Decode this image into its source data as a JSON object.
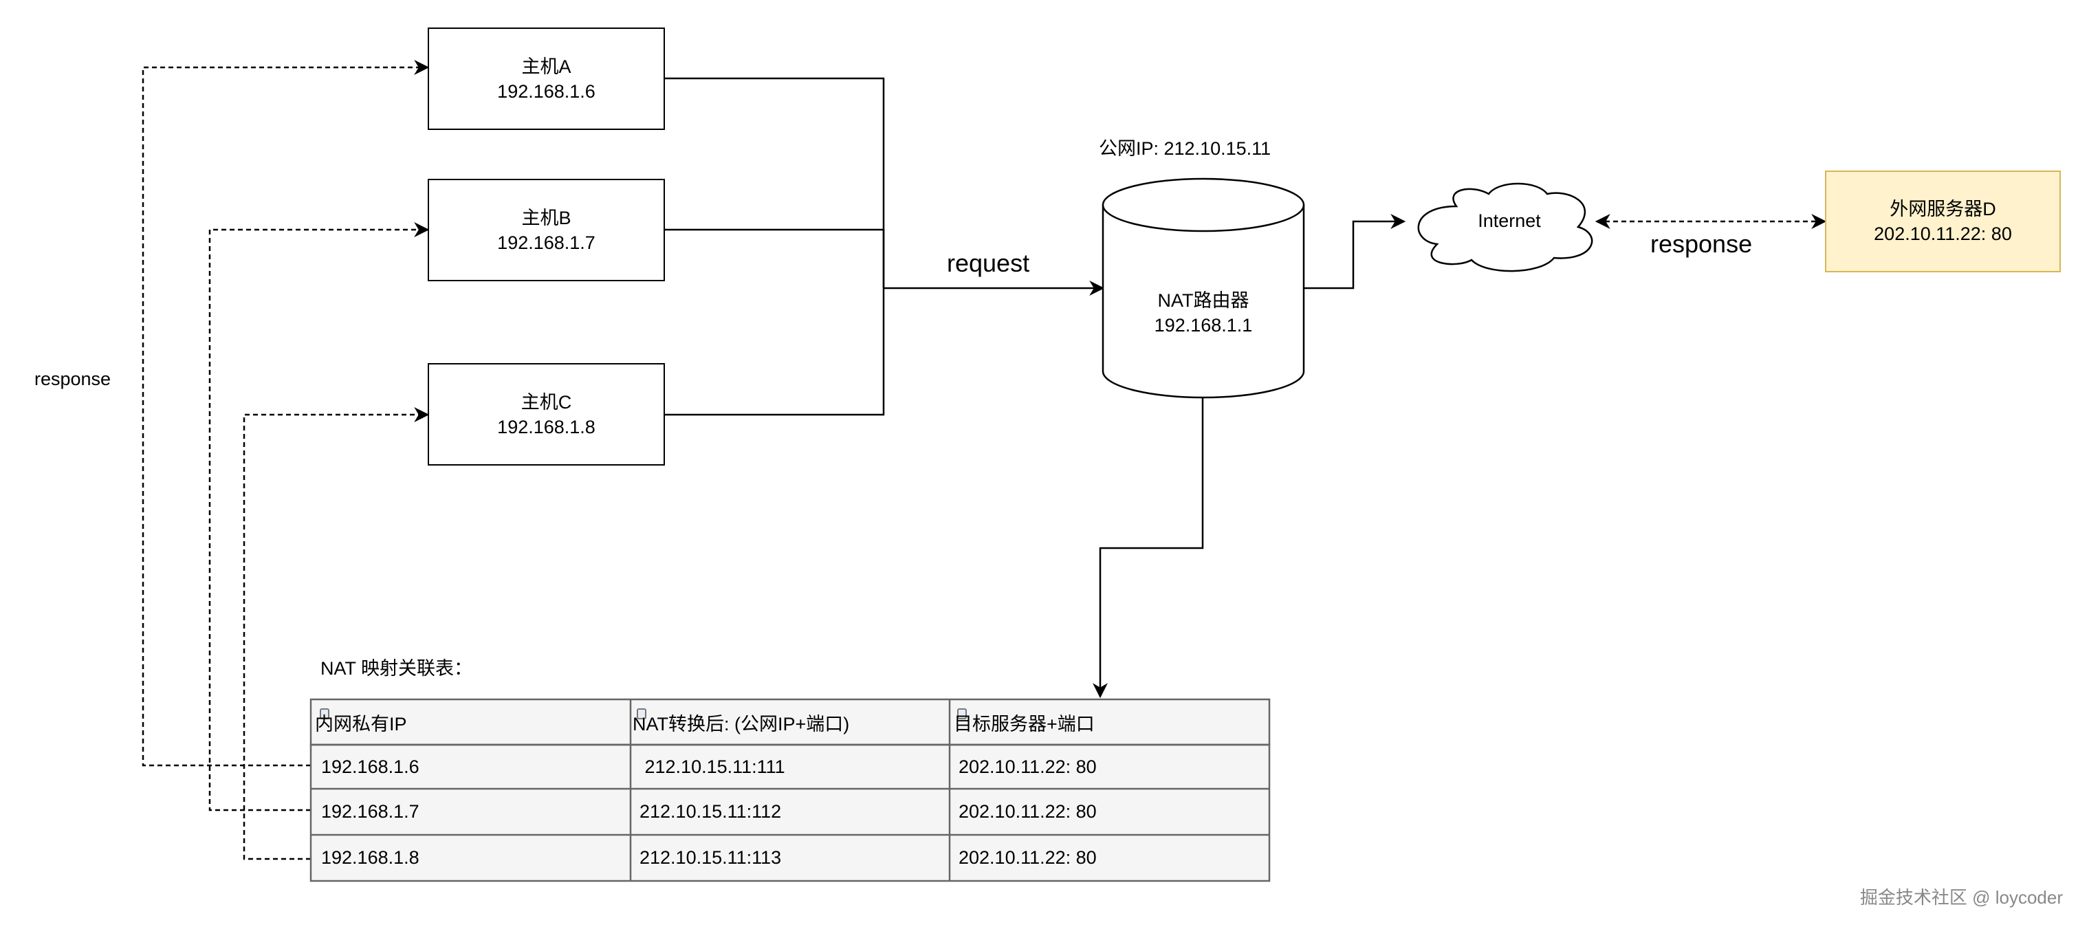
{
  "hosts": [
    {
      "name": "主机A",
      "ip": "192.168.1.6"
    },
    {
      "name": "主机B",
      "ip": "192.168.1.7"
    },
    {
      "name": "主机C",
      "ip": "192.168.1.8"
    }
  ],
  "router": {
    "label": "NAT路由器",
    "ip": "192.168.1.1",
    "public_ip_label": "公网IP: 212.10.15.11"
  },
  "internet": {
    "label": "Internet"
  },
  "server": {
    "name": "外网服务器D",
    "address": "202.10.11.22: 80"
  },
  "edges": {
    "request_label": "request",
    "response_label_left": "response",
    "response_label_right": "response"
  },
  "table": {
    "title": "NAT 映射关联表：",
    "headers": [
      "内网私有IP",
      "NAT转换后: (公网IP+端口)",
      "目标服务器+端口"
    ],
    "rows": [
      [
        "192.168.1.6",
        " 212.10.15.11:111",
        "202.10.11.22: 80"
      ],
      [
        "192.168.1.7",
        "212.10.15.11:112",
        "202.10.11.22: 80"
      ],
      [
        "192.168.1.8",
        "212.10.15.11:113",
        "202.10.11.22: 80"
      ]
    ]
  },
  "watermark": "掘金技术社区 @ loycoder",
  "colors": {
    "server_fill": "#fff2cc",
    "server_stroke": "#d6b656",
    "table_header_fill": "#f5f5f5",
    "table_border": "#666666"
  }
}
